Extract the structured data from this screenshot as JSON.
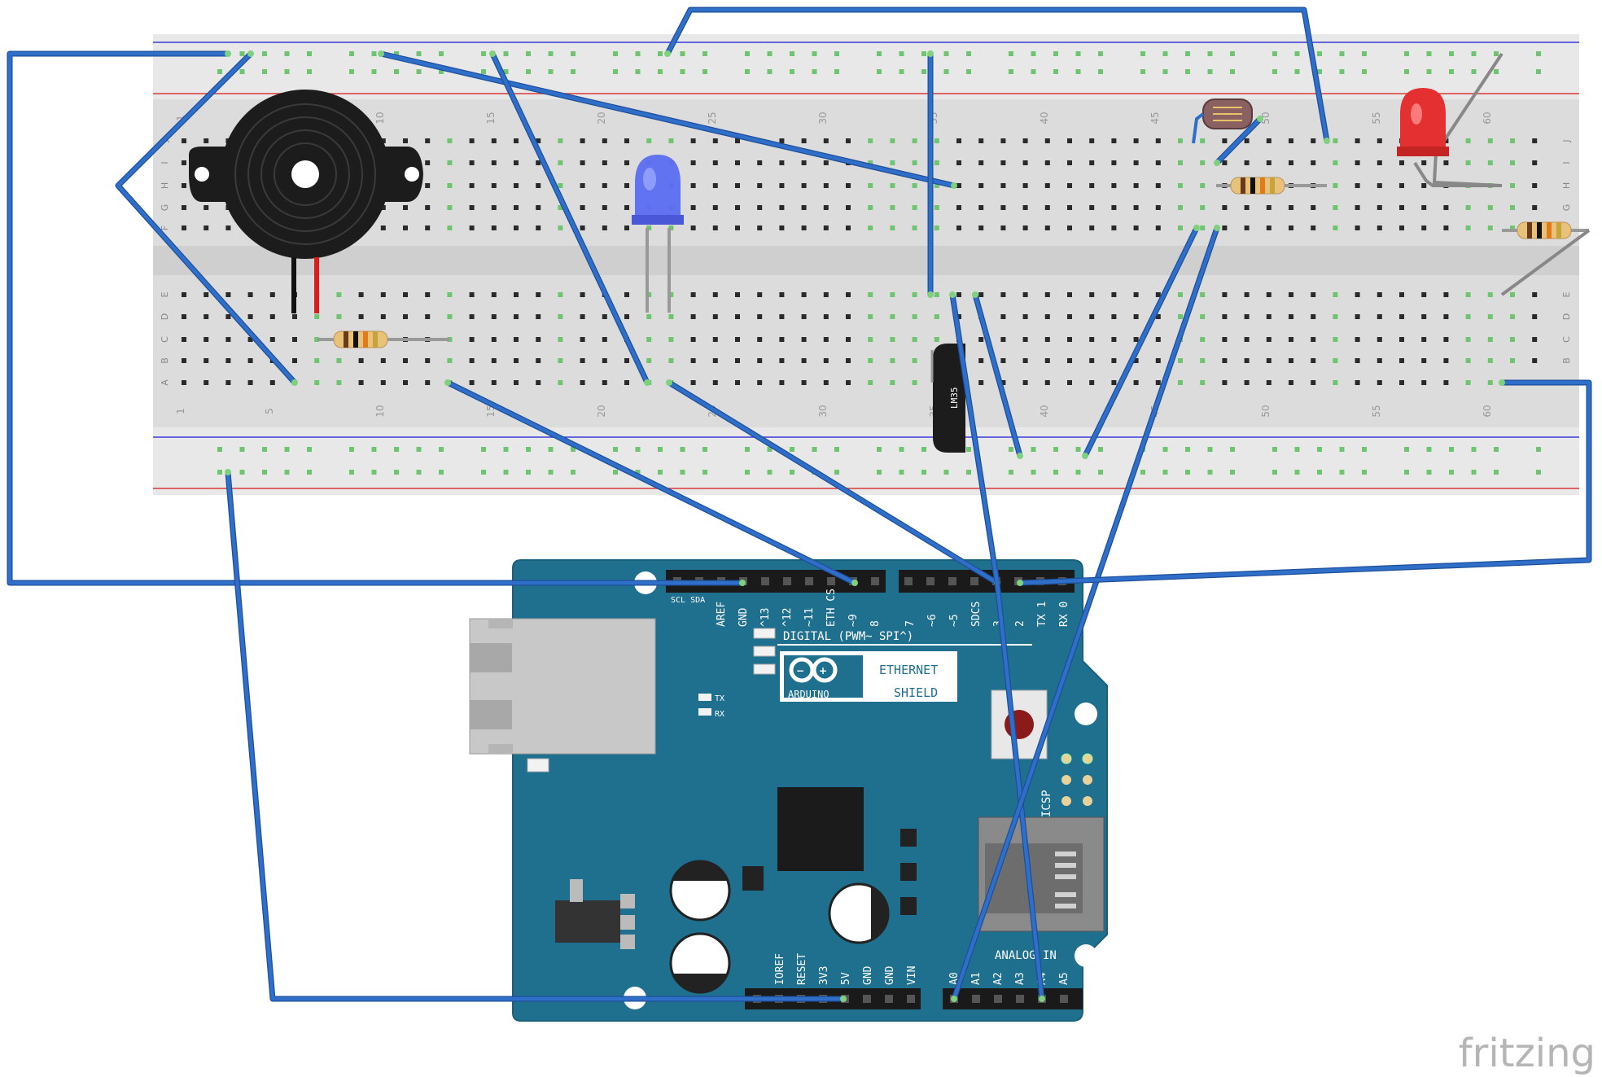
{
  "breadboard": {
    "row_labels_top": [
      "J",
      "I",
      "H",
      "G",
      "F"
    ],
    "row_labels_bottom": [
      "E",
      "D",
      "C",
      "B",
      "A"
    ],
    "column_numbers": [
      "1",
      "5",
      "10",
      "15",
      "20",
      "25",
      "30",
      "35",
      "40",
      "45",
      "50",
      "55",
      "60"
    ]
  },
  "shield": {
    "top_header_labels_left": [
      "AREF",
      "GND",
      "^13",
      "^12",
      "~11",
      "ETH CS",
      "~9",
      "8"
    ],
    "top_header_labels_right": [
      "7",
      "~6",
      "~5",
      "SDCS",
      "3",
      "2",
      "TX 1",
      "RX 0"
    ],
    "scl_sda": "SCL SDA",
    "digital_label": "DIGITAL (PWM~ SPI^)",
    "logo_ethernet": "ETHERNET",
    "logo_shield": "SHIELD",
    "logo_arduino": "ARDUINO",
    "tx_label": "TX",
    "rx_label": "RX",
    "icsp_label": "ICSP",
    "analog_label": "ANALOG IN",
    "power_labels": [
      "IOREF",
      "RESET",
      "3V3",
      "5V",
      "GND",
      "GND",
      "VIN"
    ],
    "analog_pins": [
      "A0",
      "A1",
      "A2",
      "A3",
      "A4",
      "A5"
    ],
    "board_color": "#1f6f8f"
  },
  "sensor": {
    "label": "LM35"
  },
  "wire_color": "#2f6fc9",
  "watermark": "fritzing"
}
